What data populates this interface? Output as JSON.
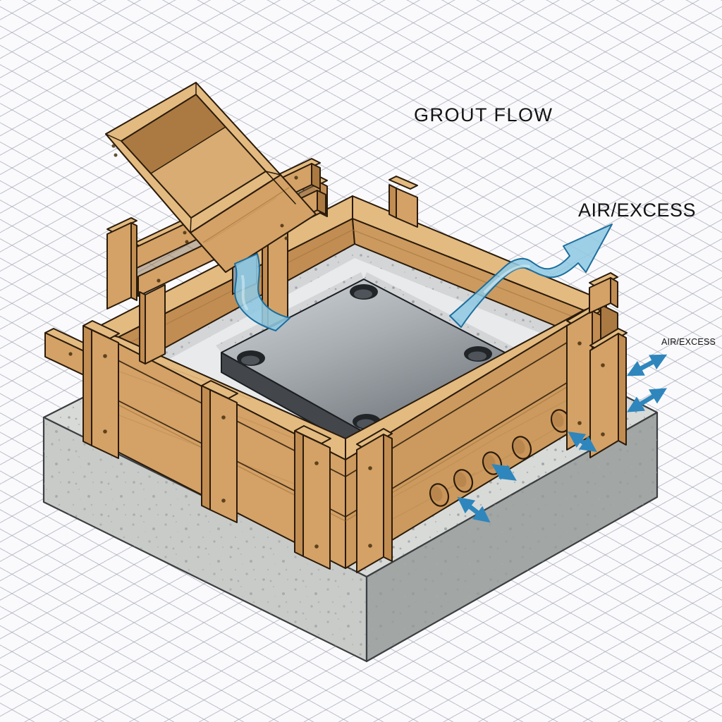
{
  "labels": {
    "grout_flow": "GROUT FLOW",
    "air_excess_large": "AIR/EXCESS",
    "air_excess_small": "AIR/EXCESS"
  },
  "colors": {
    "paper": "#fafafc",
    "grid-line": "#c3c6ce",
    "text": "#131313",
    "line": "#2a1b0b",
    "wood": "#d4a166",
    "wood-light": "#e3ba80",
    "wood-mid": "#cc9a5e",
    "wood-dark": "#c28d52",
    "wood-deep": "#aa7a42",
    "concrete-top": "#d8dad8",
    "concrete-left": "#c9cbc9",
    "concrete-right": "#a2a6a5",
    "bedding": "#e8eaec",
    "strip": "#d3d5d7",
    "plate-side": "#43474b",
    "plate-side2": "#5d6266",
    "flow-fill": "#8fc9e2",
    "flow-line": "#1d6e9e",
    "arrow-blue": "#2e86bd"
  },
  "diagram": {
    "parts": [
      "concrete foundation block",
      "timber formwork with stiffener posts",
      "vent holes in formwork side",
      "steel baseplate with anchor bolt holes",
      "grout bedding surface",
      "grout feed hopper on stand",
      "grout inlet opening",
      "grout inflow ribbon",
      "grout outflow arrow",
      "air escape double arrows"
    ],
    "vent_arrow_count": 3,
    "corner_arrow_count": 2
  }
}
